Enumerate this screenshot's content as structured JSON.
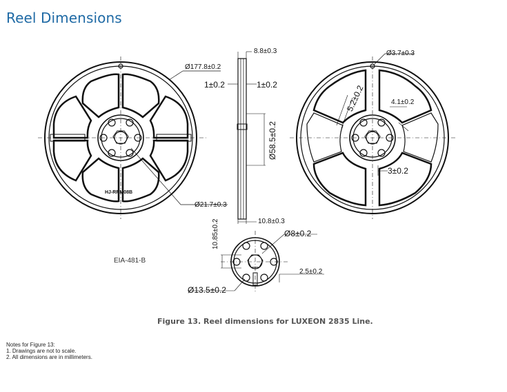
{
  "title": "Reel Dimensions",
  "caption": "Figure 13. Reel dimensions for LUXEON 2835 Line.",
  "notes": {
    "heading": "Notes for Figure 13:",
    "items": [
      "1.  Drawings are not to scale.",
      "2.  All dimensions are in millimeters."
    ]
  },
  "labels": {
    "eia": "EIA-481-B",
    "hj": "HJ-RRM08B",
    "d177": "Ø177.8±0.2",
    "w88": "8.8±0.3",
    "gap_left": "1±0.2",
    "gap_right": "1±0.2",
    "d585": "Ø58.5±0.2",
    "d217": "Ø21.7±0.3",
    "w108": "10.8±0.3",
    "d37": "Ø3.7±0.3",
    "r52": "5.2±0.2",
    "s41": "4.1±0.2",
    "s3": "3±0.2",
    "h1085": "10.85±0.2",
    "d8": "Ø8±0.2",
    "s25": "2.5±0.2",
    "d135": "Ø13.5±0.2"
  },
  "colors": {
    "title": "#1f6aa5",
    "line": "#111111"
  }
}
